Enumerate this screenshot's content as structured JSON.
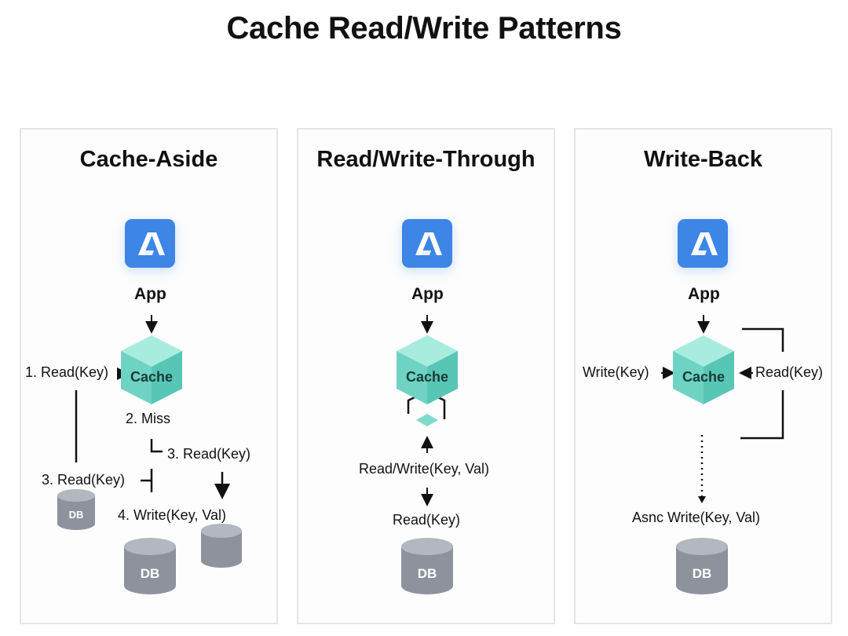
{
  "title": "Cache Read/Write Patterns",
  "colors": {
    "app_icon": "#3d86e6",
    "cube_top": "#a8ece0",
    "cube_left": "#6fd3c4",
    "cube_right": "#58c6b5",
    "db_body": "#8d929c",
    "db_top": "#b3b7bf",
    "panel_border": "#e3e5e8"
  },
  "panels": [
    {
      "title": "Cache-Aside",
      "app_label": "App",
      "cache_label": "Cache",
      "labels": {
        "read_key_1": "1. Read(Key)",
        "miss": "2. Miss",
        "read_key_3a": "3. Read(Key)",
        "read_key_3b": "3. Read(Key)",
        "write": "4. Write(Key, Val)"
      },
      "db_small_label": "DB",
      "db_large_label": "DB"
    },
    {
      "title": "Read/Write-Through",
      "app_label": "App",
      "cache_label": "Cache",
      "labels": {
        "read_write": "Read/Write(Key, Val)",
        "read": "Read(Key)"
      },
      "db_label": "DB"
    },
    {
      "title": "Write-Back",
      "app_label": "App",
      "cache_label": "Cache",
      "labels": {
        "write": "Write(Key)",
        "read": "Read(Key)",
        "async_write": "Asnc Write(Key, Val)"
      },
      "db_label": "DB"
    }
  ]
}
